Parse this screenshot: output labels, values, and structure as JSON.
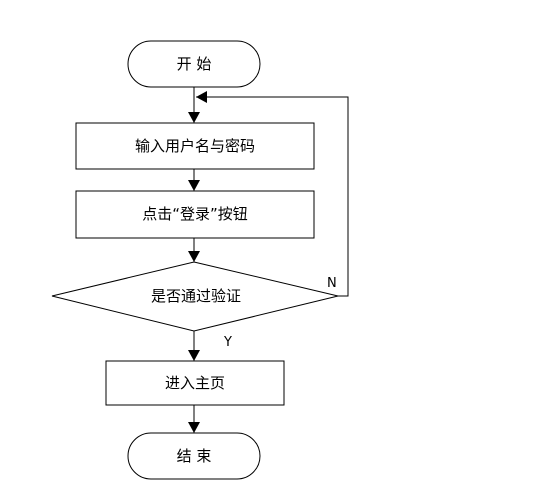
{
  "flowchart": {
    "start": {
      "label": "开 始"
    },
    "input": {
      "label": "输入用户名与密码"
    },
    "click": {
      "label": "点击“登录”按钮"
    },
    "decision": {
      "label": "是否通过验证",
      "yes_label": "Y",
      "no_label": "N"
    },
    "enter": {
      "label": "进入主页"
    },
    "end": {
      "label": "结 束"
    }
  }
}
